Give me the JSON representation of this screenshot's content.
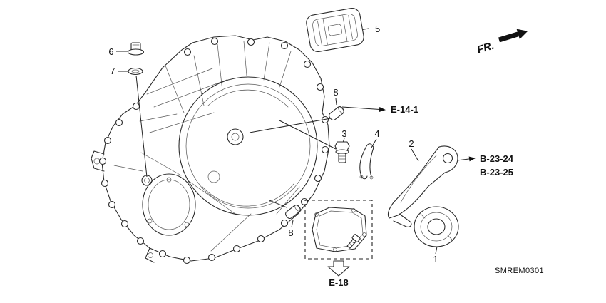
{
  "meta": {
    "drawing_code": "SMREM0301"
  },
  "direction": {
    "label": "FR."
  },
  "callouts": {
    "c1": "1",
    "c2": "2",
    "c3": "3",
    "c4": "4",
    "c5": "5",
    "c6": "6",
    "c7": "7",
    "c8_upper": "8",
    "c8_lower": "8"
  },
  "references": {
    "e14_1": "E-14-1",
    "b23_24": "B-23-24",
    "b23_25": "B-23-25",
    "e18": "E-18"
  }
}
